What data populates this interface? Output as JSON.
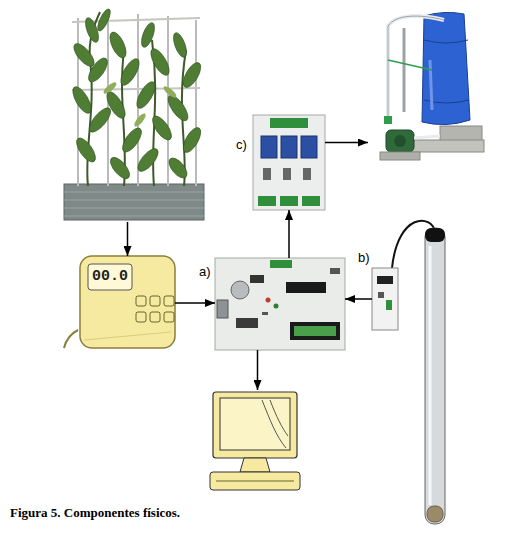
{
  "diagram": {
    "caption": "Figura 5. Componentes físicos.",
    "nodes": [
      {
        "text": []
      },
      {
        "text": [
          "c)"
        ]
      },
      {
        "text": []
      },
      {
        "text": [
          "b)"
        ]
      },
      {
        "text": [
          "00.0"
        ]
      },
      {
        "text": [
          "a)"
        ]
      },
      {
        "text": []
      }
    ],
    "edges": [
      {
        "from": 0,
        "to": 4,
        "arrow": "to"
      },
      {
        "from": 4,
        "to": 5,
        "arrow": "to"
      },
      {
        "from": 3,
        "to": 5,
        "arrow": "to"
      },
      {
        "from": 5,
        "to": 1,
        "arrow": "to"
      },
      {
        "from": 1,
        "to": 2,
        "arrow": "to"
      },
      {
        "from": 5,
        "to": 6,
        "arrow": "to"
      }
    ]
  }
}
